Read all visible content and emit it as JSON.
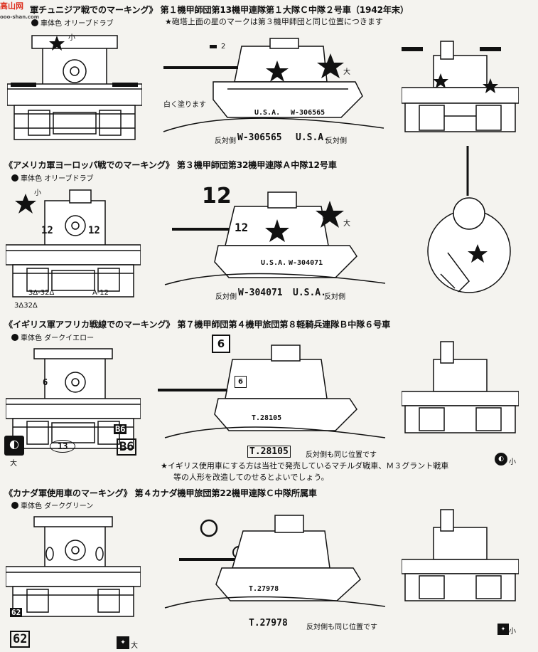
{
  "watermark": {
    "logo": "高山网",
    "sub": "ooo-shan.com"
  },
  "sections": [
    {
      "header": "軍チュニジア戦でのマーキング》 第１機甲師団第13機甲連隊第１大隊Ｃ中隊２号車（1942年末）",
      "note": "★砲塔上面の星のマークは第３機甲師団と同じ位置につきます",
      "color_label": "車体色 オリーブドラブ",
      "small": "小",
      "large": "大",
      "num2": "2",
      "paint_note": "白く塗ります",
      "side_usa": "U.S.A.",
      "side_reg": "W-306565",
      "opp_label": "反対側",
      "opp_reg": "W-306565",
      "opp_usa": "U.S.A.",
      "opp_label2": "反対側"
    },
    {
      "header": "《アメリカ軍ヨーロッパ戦でのマーキング》 第３機甲師団第32機甲連隊Ａ中隊12号車",
      "color_label": "車体色 オリーブドラブ",
      "small": "小",
      "large": "大",
      "turret_num": "12",
      "big_num": "12",
      "front_num_l": "12",
      "front_num_r": "12",
      "front_code_l": "3Δ-32Δ",
      "front_code_r": "A-12",
      "front_code2": "3Δ32Δ",
      "side_usa": "U.S.A.",
      "side_reg": "W-304071",
      "opp_label": "反対側",
      "opp_reg": "W-304071",
      "opp_usa": "U.S.A.",
      "opp_label2": "反対側"
    },
    {
      "header": "《イギリス軍アフリカ戦線でのマーキング》 第７機甲師団第４機甲旅団第８軽騎兵連隊Ｂ中隊６号車",
      "color_label": "車体色 ダークイエロー",
      "box_num": "6",
      "side_num": "6",
      "front_num": "6",
      "side_reg": "T.28105",
      "opp_reg": "T.28105",
      "opp_note": "反対側も同じ位置です",
      "plate_13": "13",
      "plate_b6": "B6",
      "plate_b6_small": "B6",
      "large": "大",
      "small": "小",
      "note1": "★イギリス使用車にする方は当社で発売しているマチルダ戦車、Ｍ３グラント戦車",
      "note2": "等の人形を改造してのせるとよいでしょう。"
    },
    {
      "header": "《カナダ軍使用車のマーキング》 第４カナダ機甲旅団第22機甲連隊Ｃ中隊所属車",
      "color_label": "車体色 ダークグリーン",
      "side_reg": "T.27978",
      "opp_reg": "T.27978",
      "opp_note": "反対側も同じ位置です",
      "plate_62": "62",
      "plate_62b": "62",
      "large": "大",
      "small": "小"
    }
  ]
}
